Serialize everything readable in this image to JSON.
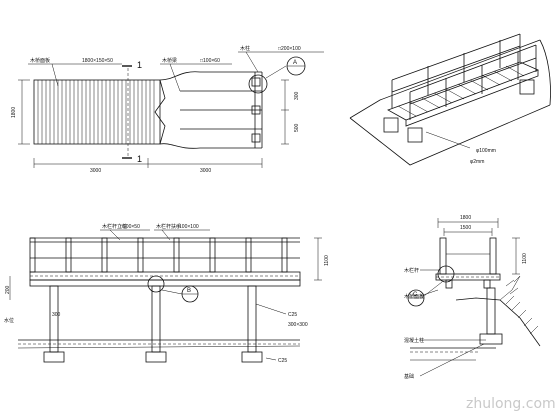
{
  "plan": {
    "deck_board_label": "木桥面板",
    "deck_board_size": "1800×150×50",
    "bridge_beam_label": "木桥梁",
    "bridge_beam_size": "□100×60",
    "column_label": "木柱",
    "column_size": "□200×100",
    "section_mark": "1",
    "detail_a": "A",
    "dim_width": "1800",
    "dim_span_1": "3000",
    "dim_span_2": "3000",
    "dim_rail_1": "300",
    "dim_rail_2": "500"
  },
  "iso": {
    "note_1": "φ100mm",
    "note_2": "φ2mm"
  },
  "elev": {
    "post_label": "木栏杆立柱",
    "post_size": "□100×50",
    "rail_label": "木栏杆扶手",
    "rail_size": "□100×100",
    "detail_b": "B",
    "pier_label": "C25",
    "pier_size": "300×300",
    "footing_label": "C25",
    "water_label": "水位",
    "dim_height": "1100",
    "dim_beam": "200",
    "dim_pier": "300"
  },
  "section": {
    "dim_total": "1800",
    "dim_inner": "1500",
    "dim_height": "1100",
    "detail_c": "C",
    "label_1": "木栏杆",
    "label_2": "木桥面板",
    "label_3": "混凝土柱",
    "label_4": "基础"
  },
  "watermark": "zhulong.com"
}
